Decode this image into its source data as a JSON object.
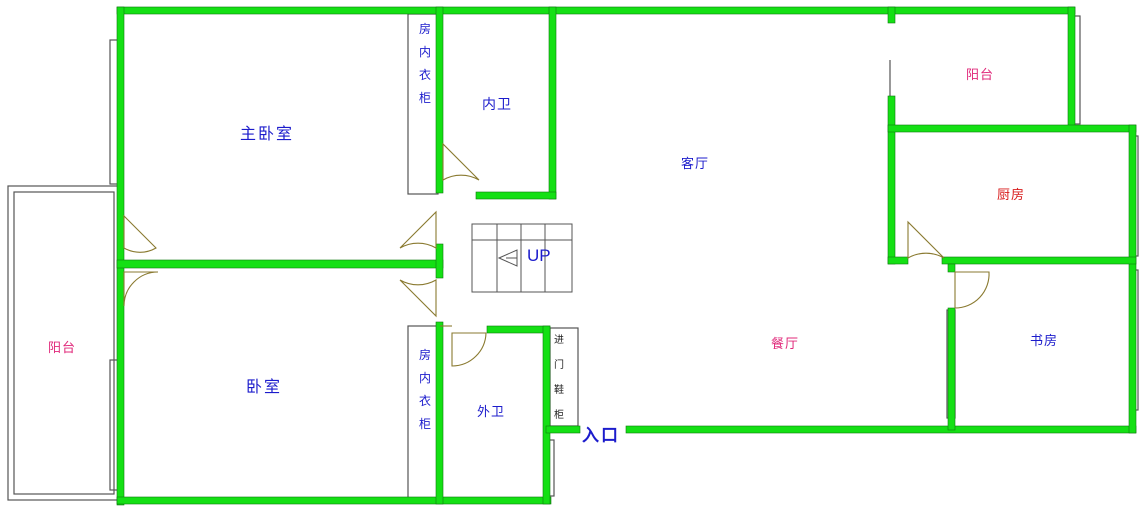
{
  "colors": {
    "wall": "#14e014",
    "outline": "#555555",
    "door": "#8a7a30",
    "room_label_blue": "#1c1ccc",
    "room_label_pink": "#e0287a",
    "room_label_red": "#d81c1c"
  },
  "rooms": {
    "master_bedroom": "主卧室",
    "bedroom": "卧室",
    "inner_bathroom": "内卫",
    "outer_bathroom": "外卫",
    "living_room": "客厅",
    "dining_room": "餐厅",
    "kitchen": "厨房",
    "study": "书房",
    "balcony_left": "阳台",
    "balcony_right": "阳台",
    "entrance": "入口"
  },
  "wardrobe_top": [
    "房",
    "内",
    "衣",
    "柜"
  ],
  "wardrobe_bottom": [
    "房",
    "内",
    "衣",
    "柜"
  ],
  "shoe_cabinet": [
    "进",
    "门",
    "鞋",
    "柜"
  ],
  "stairs_label": "UP"
}
